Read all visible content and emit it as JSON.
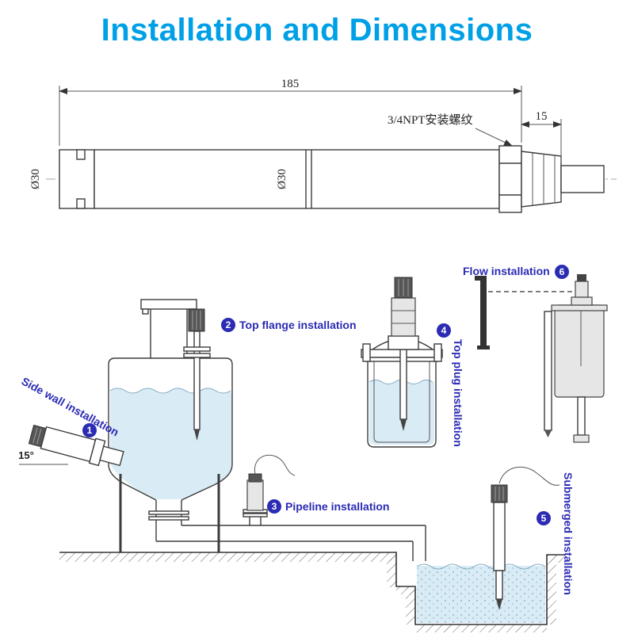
{
  "title": "Installation and Dimensions",
  "dimension_drawing": {
    "overall_length": "185",
    "thread_length": "15",
    "thread_label": "3/4NPT安装螺纹",
    "diameter_front": "Ø30",
    "diameter_body": "Ø30"
  },
  "installations": {
    "side_wall": {
      "num": "1",
      "label": "Side wall installation",
      "angle": "15°"
    },
    "top_flange": {
      "num": "2",
      "label": "Top flange installation"
    },
    "pipeline": {
      "num": "3",
      "label": "Pipeline installation"
    },
    "top_plug": {
      "num": "4",
      "label": "Top plug installation"
    },
    "submerged": {
      "num": "5",
      "label": "Submerged installation"
    },
    "flow": {
      "num": "6",
      "label": "Flow installation"
    }
  },
  "colors": {
    "title": "#00a0e6",
    "label": "#2b2bb4",
    "line": "#3c3c3c",
    "water": "#d9ecf6"
  }
}
